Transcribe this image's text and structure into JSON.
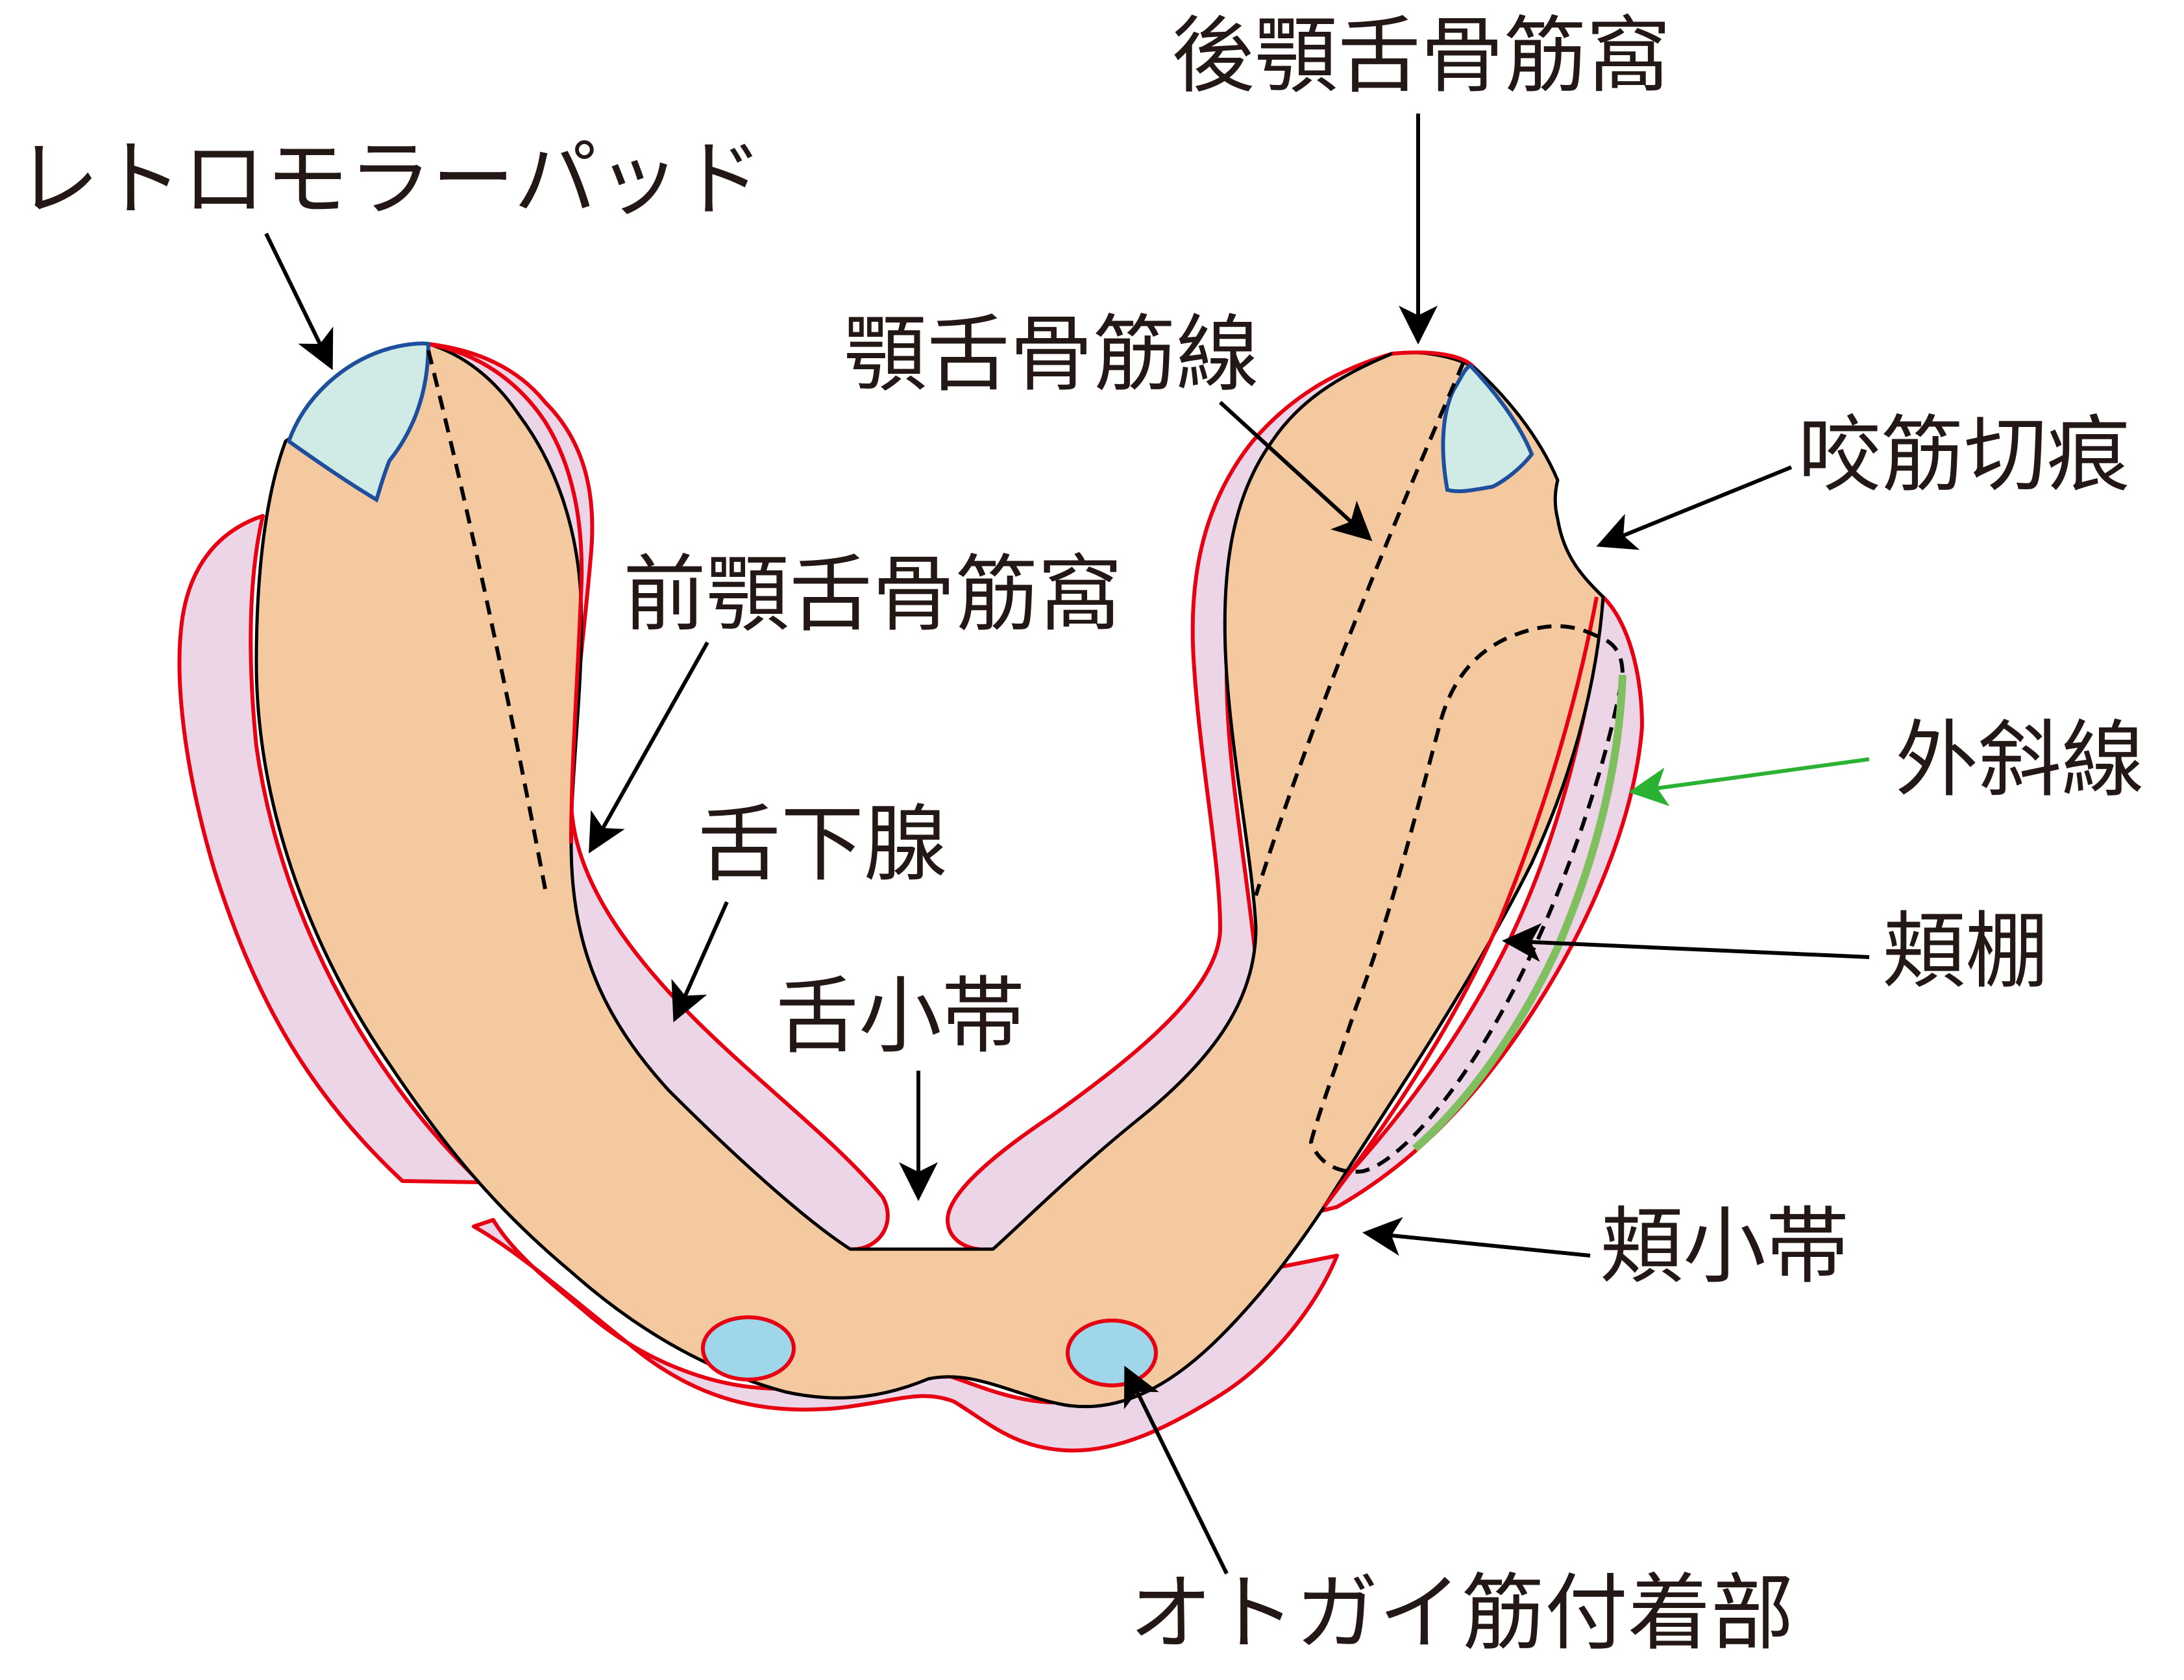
{
  "labels": {
    "retromolar_pad": "レトロモラーパッド",
    "posterior_mylohyoid_fossa": "後顎舌骨筋窩",
    "mylohyoid_line": "顎舌骨筋線",
    "masseter_notch": "咬筋切痕",
    "anterior_mylohyoid_fossa": "前顎舌骨筋窩",
    "external_oblique_line": "外斜線",
    "sublingual_gland": "舌下腺",
    "buccal_shelf": "頬棚",
    "lingual_frenum": "舌小帯",
    "buccal_frenum": "頬小帯",
    "genioglossus_attachment": "オトガイ筋付着部"
  },
  "colors": {
    "ridge_fill": "#f4c9a0",
    "mucosa_fill": "#ecd5e6",
    "mucosa_outline": "#e60012",
    "pad_fill": "#d0eae6",
    "pad_outline": "#1d4f9c",
    "attachment_fill": "#9fd6e9",
    "oblique_line": "#7fbf5f",
    "arrow_green": "#2bb232"
  }
}
